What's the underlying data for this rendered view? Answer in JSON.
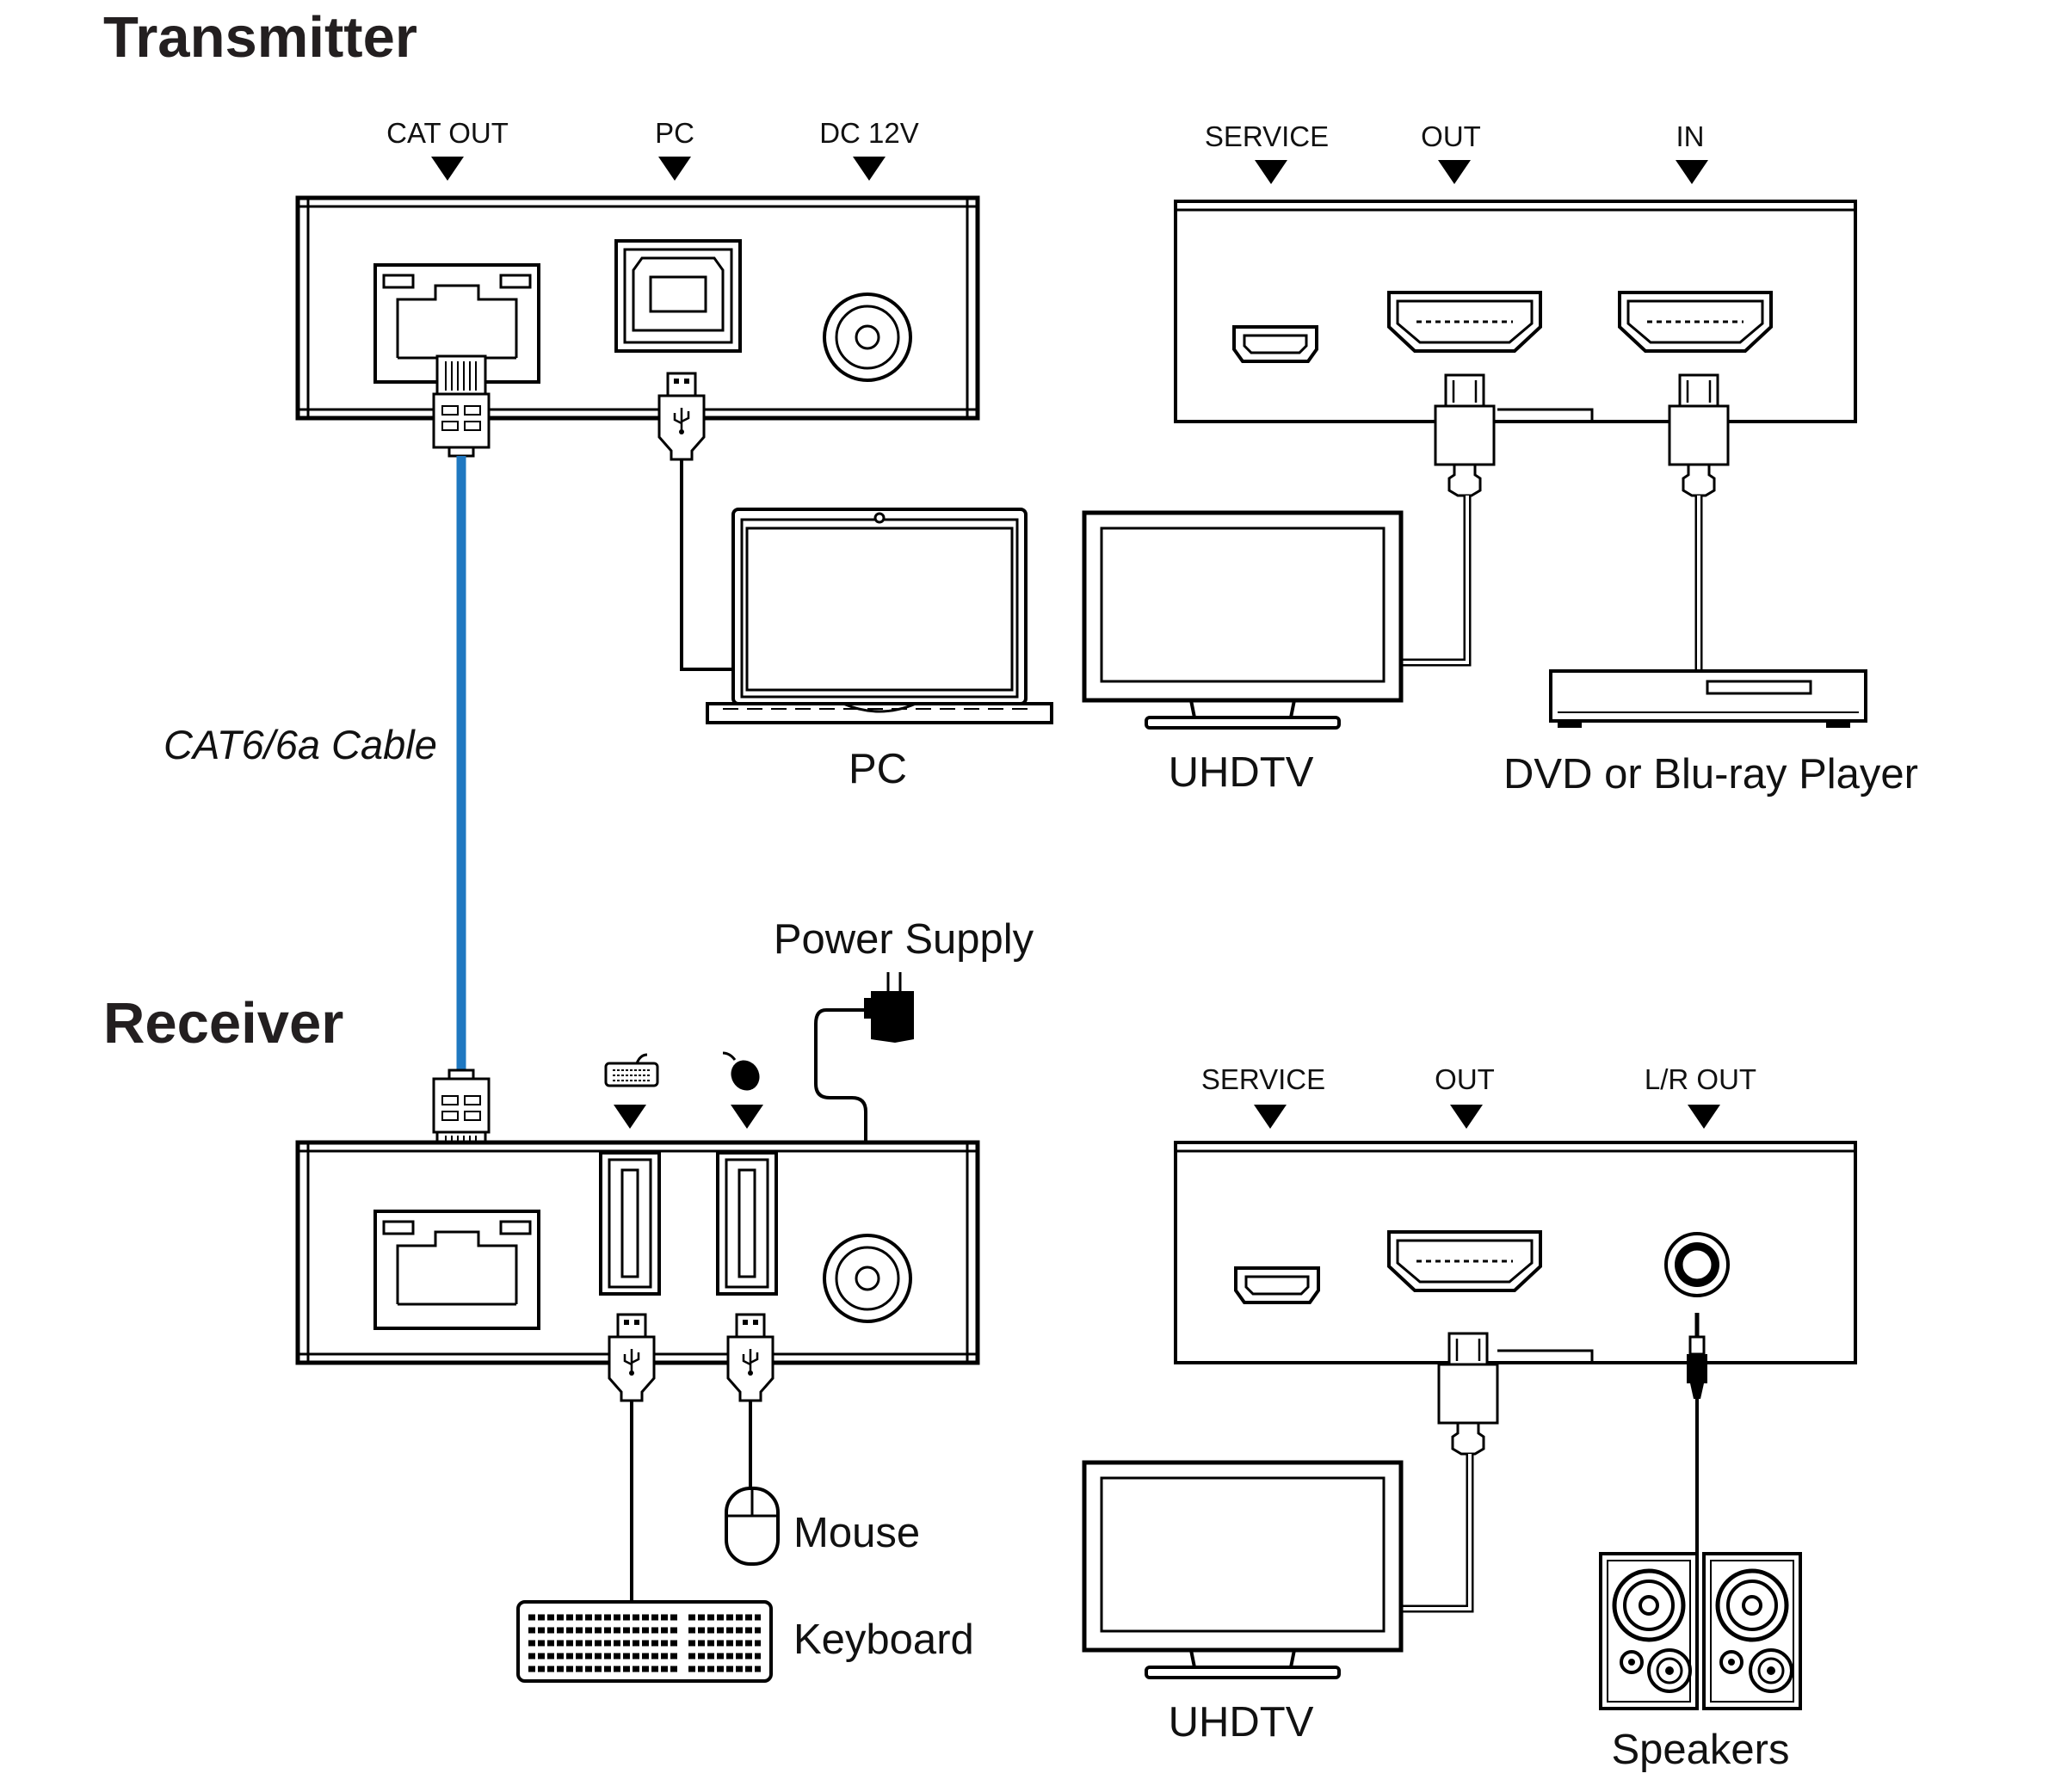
{
  "transmitter": {
    "title": "Transmitter",
    "left_ports": [
      "CAT OUT",
      "PC",
      "DC 12V"
    ],
    "right_ports": [
      "SERVICE",
      "OUT",
      "IN"
    ],
    "devices": {
      "pc": "PC",
      "tv": "UHDTV",
      "player": "DVD or Blu-ray Player"
    }
  },
  "cable": {
    "label": "CAT6/6a Cable",
    "color": "#1f78c1"
  },
  "receiver": {
    "title": "Receiver",
    "power_label": "Power Supply",
    "right_ports": [
      "SERVICE",
      "OUT",
      "L/R OUT"
    ],
    "devices": {
      "mouse": "Mouse",
      "keyboard": "Keyboard",
      "tv": "UHDTV",
      "speakers": "Speakers"
    }
  }
}
